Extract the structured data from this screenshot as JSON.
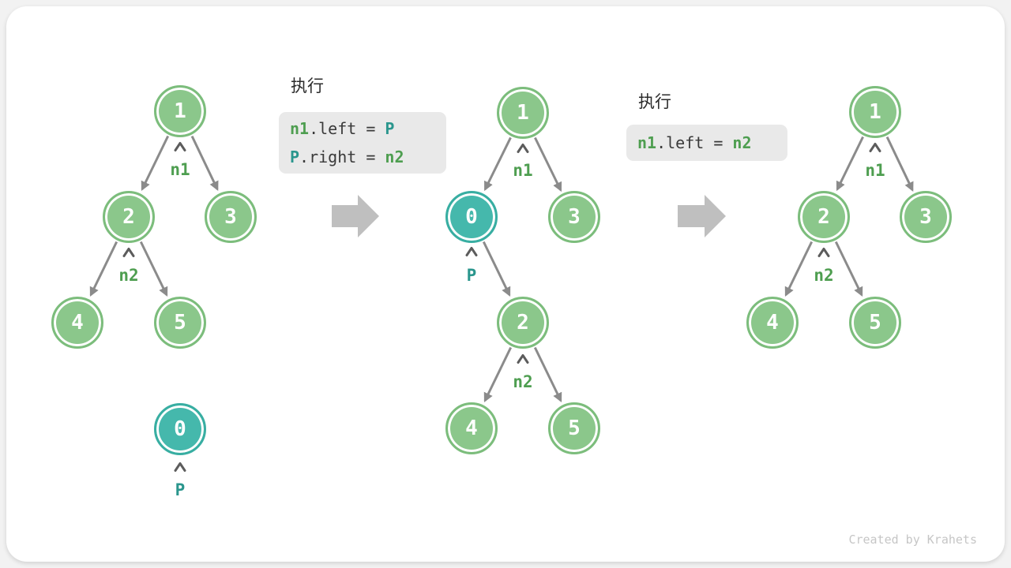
{
  "colors": {
    "node_green_fill": "#8bc78b",
    "node_green_border": "#7cbd7c",
    "node_teal_fill": "#45b8ac",
    "node_teal_border": "#38aea2",
    "label_green": "#4e9e50",
    "label_teal": "#2a968d",
    "edge_gray": "#8b8b8b",
    "caret_gray": "#5c5c5c",
    "block_arrow_gray": "#bfbfbf",
    "code_background": "#e9e9e9",
    "code_plain_text": "#3a3a3a",
    "card_background": "#ffffff",
    "page_background": "#f2f2f2"
  },
  "tree_left": {
    "nodes": [
      {
        "value": "1"
      },
      {
        "value": "2"
      },
      {
        "value": "3"
      },
      {
        "value": "4"
      },
      {
        "value": "5"
      }
    ],
    "labels": [
      {
        "text": "n1"
      },
      {
        "text": "n2"
      }
    ]
  },
  "detached_node": {
    "value": "0",
    "label": "P"
  },
  "code_box_1": {
    "title": "执行",
    "line1": [
      {
        "text": "n1"
      },
      {
        "text": ".left = "
      },
      {
        "text": "P"
      }
    ],
    "line2": [
      {
        "text": "P"
      },
      {
        "text": ".right = "
      },
      {
        "text": "n2"
      }
    ]
  },
  "tree_middle": {
    "nodes": [
      {
        "value": "1"
      },
      {
        "value": "0"
      },
      {
        "value": "3"
      },
      {
        "value": "2"
      },
      {
        "value": "4"
      },
      {
        "value": "5"
      }
    ],
    "labels": [
      {
        "text": "n1"
      },
      {
        "text": "P"
      },
      {
        "text": "n2"
      }
    ]
  },
  "code_box_2": {
    "title": "执行",
    "line1": [
      {
        "text": "n1"
      },
      {
        "text": ".left = "
      },
      {
        "text": "n2"
      }
    ]
  },
  "tree_right": {
    "nodes": [
      {
        "value": "1"
      },
      {
        "value": "2"
      },
      {
        "value": "3"
      },
      {
        "value": "4"
      },
      {
        "value": "5"
      }
    ],
    "labels": [
      {
        "text": "n1"
      },
      {
        "text": "n2"
      }
    ]
  },
  "footer": {
    "credit": "Created by Krahets"
  }
}
